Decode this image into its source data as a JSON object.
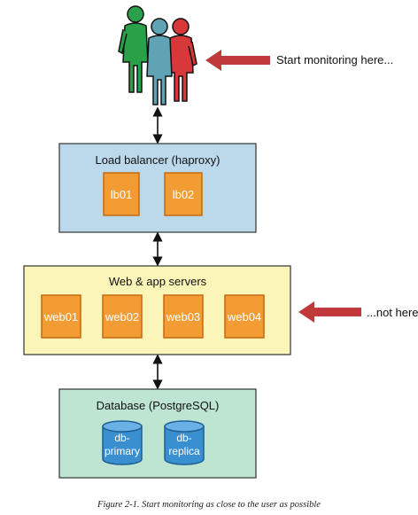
{
  "diagram": {
    "users_icon": "group-of-users-icon",
    "callouts": {
      "top": "Start monitoring here...",
      "middle": "...not here."
    },
    "layers": {
      "load_balancer": {
        "title": "Load balancer (haproxy)",
        "nodes": [
          "lb01",
          "lb02"
        ]
      },
      "web": {
        "title": "Web & app servers",
        "nodes": [
          "web01",
          "web02",
          "web03",
          "web04"
        ]
      },
      "database": {
        "title": "Database (PostgreSQL)",
        "nodes": [
          {
            "line1": "db-",
            "line2": "primary"
          },
          {
            "line1": "db-",
            "line2": "replica"
          }
        ]
      }
    },
    "caption": "Figure 2-1. Start monitoring as close to the user as possible",
    "colors": {
      "load_balancer_fill": "#bcd9ec",
      "web_fill": "#fbf5b8",
      "database_fill": "#bde5d2",
      "node_fill": "#f39c34",
      "db_cylinder_fill": "#3a8fd0",
      "arrow_red": "#c0393b"
    }
  }
}
